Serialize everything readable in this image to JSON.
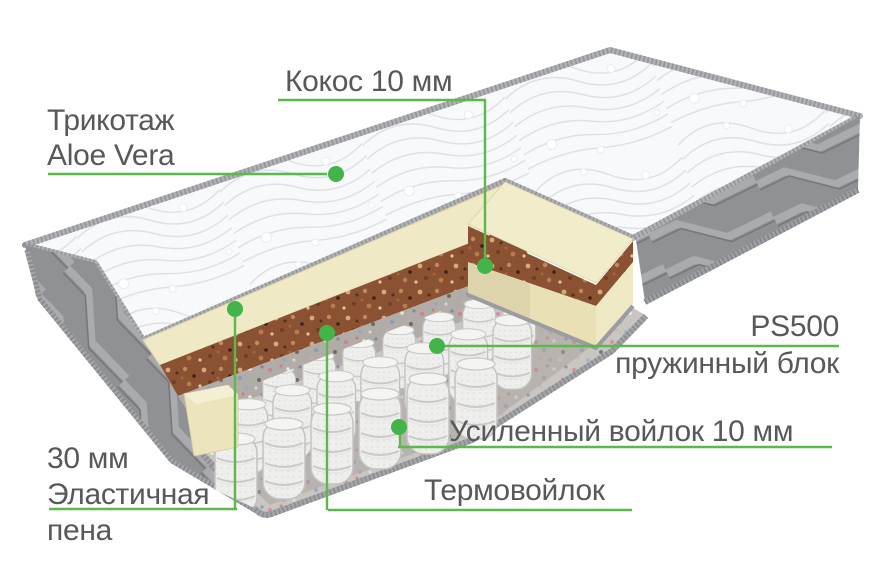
{
  "diagram": {
    "subject": "mattress-layers-cutaway",
    "callouts": {
      "knit": {
        "lines": [
          "Трикотаж",
          "Aloe Vera"
        ]
      },
      "coconut": {
        "lines": [
          "Кокос 10 мм"
        ]
      },
      "spring_block": {
        "lines": [
          "PS500",
          "пружинный блок"
        ]
      },
      "reinforced_felt": {
        "lines": [
          "Усиленный войлок 10 мм"
        ]
      },
      "thermofelt": {
        "lines": [
          "Термовойлок"
        ]
      },
      "elastic_foam": {
        "lines": [
          "30 мм",
          "Эластичная",
          "пена"
        ]
      }
    },
    "colors": {
      "callout_line": "#5bb84a",
      "callout_dot": "#42b44a",
      "label_text": "#57585a",
      "foam_cream": "#f1ecca",
      "coconut_brown": "#8a5132",
      "felt_speckle": "#b2aca8",
      "panel_gray": "#8f9195",
      "quilt_white": "#f8f9fb"
    }
  }
}
